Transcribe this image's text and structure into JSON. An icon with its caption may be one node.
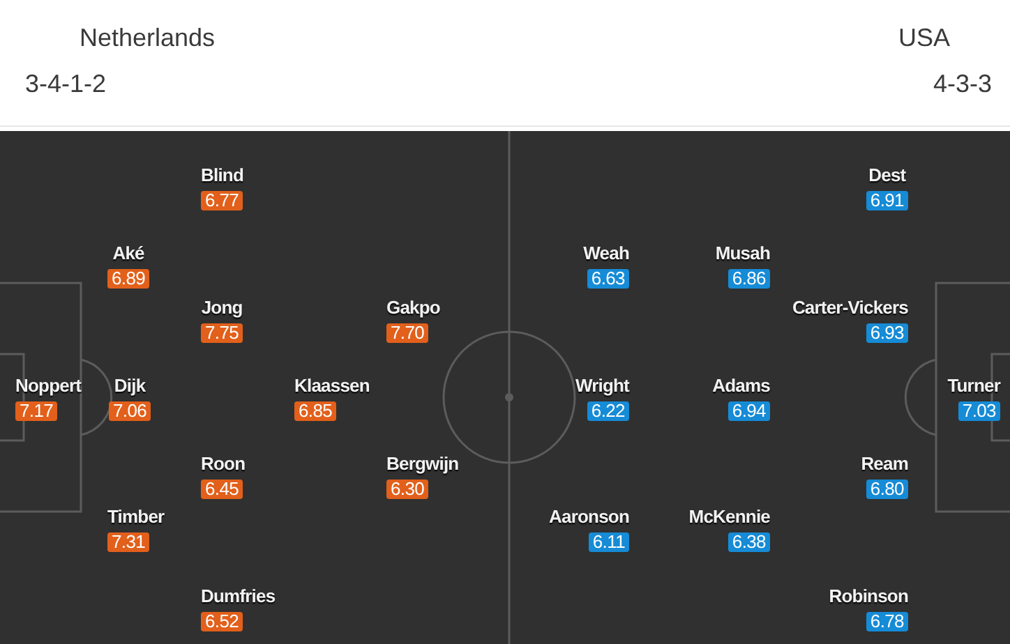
{
  "diagram": {
    "nodes": [
      {
        "text": [
          "Blind",
          "6.77"
        ]
      },
      {
        "text": [
          "Aké",
          "6.89"
        ]
      },
      {
        "text": [
          "Jong",
          "7.75"
        ]
      },
      {
        "text": [
          "Gakpo",
          "7.70"
        ]
      },
      {
        "text": [
          "Noppert",
          "7.17"
        ]
      },
      {
        "text": [
          "Dijk",
          "7.06"
        ]
      },
      {
        "text": [
          "Klaassen",
          "6.85"
        ]
      },
      {
        "text": [
          "Roon",
          "6.45"
        ]
      },
      {
        "text": [
          "Bergwijn",
          "6.30"
        ]
      },
      {
        "text": [
          "Timber",
          "7.31"
        ]
      },
      {
        "text": [
          "Dumfries",
          "6.52"
        ]
      },
      {
        "text": [
          "Dest",
          "6.91"
        ]
      },
      {
        "text": [
          "Weah",
          "6.63"
        ]
      },
      {
        "text": [
          "Musah",
          "6.86"
        ]
      },
      {
        "text": [
          "Carter-Vickers",
          "6.93"
        ]
      },
      {
        "text": [
          "Wright",
          "6.22"
        ]
      },
      {
        "text": [
          "Adams",
          "6.94"
        ]
      },
      {
        "text": [
          "Turner",
          "7.03"
        ]
      },
      {
        "text": [
          "Ream",
          "6.80"
        ]
      },
      {
        "text": [
          "Aaronson",
          "6.11"
        ]
      },
      {
        "text": [
          "McKennie",
          "6.38"
        ]
      },
      {
        "text": [
          "Robinson",
          "6.78"
        ]
      }
    ],
    "labels": [
      "Netherlands",
      "3-4-1-2",
      "USA",
      "4-3-3"
    ]
  }
}
